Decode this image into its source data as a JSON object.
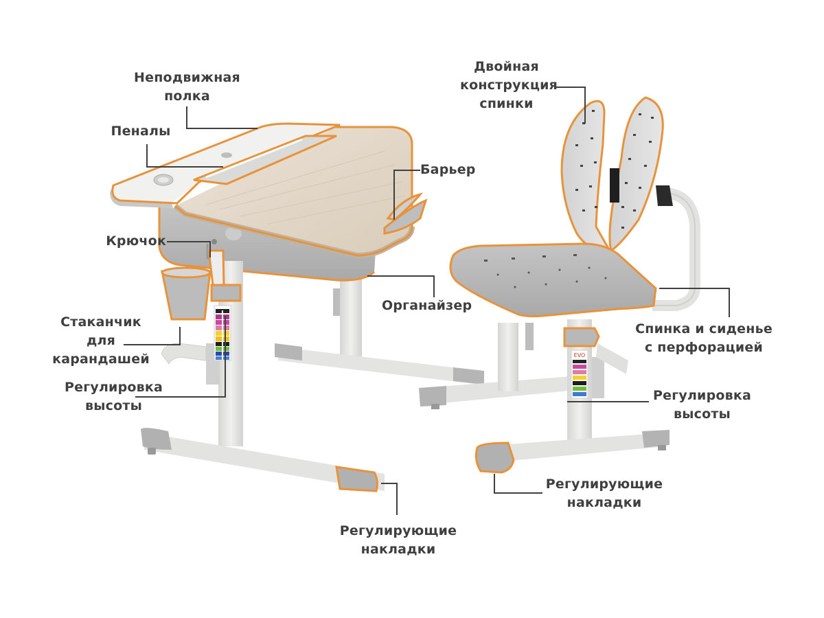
{
  "diagram": {
    "subject": "Детская парта и стул",
    "colors": {
      "outline_accent": "#E8923A",
      "label_text": "#3F3F3F",
      "leader_line": "#3F3F3F",
      "desk_wood": "#E2D6C6",
      "plastic_gray": "#B9B9B9",
      "frame_light": "#E6E6E4",
      "background": "#FFFFFF"
    },
    "labels": {
      "fixed_shelf": [
        "Неподвижная",
        "полка"
      ],
      "pencil_cases": [
        "Пеналы"
      ],
      "barrier": [
        "Барьер"
      ],
      "hook": [
        "Крючок"
      ],
      "organizer": [
        "Органайзер"
      ],
      "pencil_cup": [
        "Стаканчик",
        "для",
        "карандашей"
      ],
      "desk_height_adjust": [
        "Регулировка",
        "высоты"
      ],
      "desk_adjusting_pads": [
        "Регулирующие",
        "накладки"
      ],
      "double_backrest": [
        "Двойная",
        "конструкция",
        "спинки"
      ],
      "perforated_seat_back": [
        "Спинка и сиденье",
        "с перфорацией"
      ],
      "chair_height_adjust": [
        "Регулировка",
        "высоты"
      ],
      "chair_adjusting_pads": [
        "Регулирующие",
        "накладки"
      ]
    },
    "height_scale_brand": "EVO"
  }
}
